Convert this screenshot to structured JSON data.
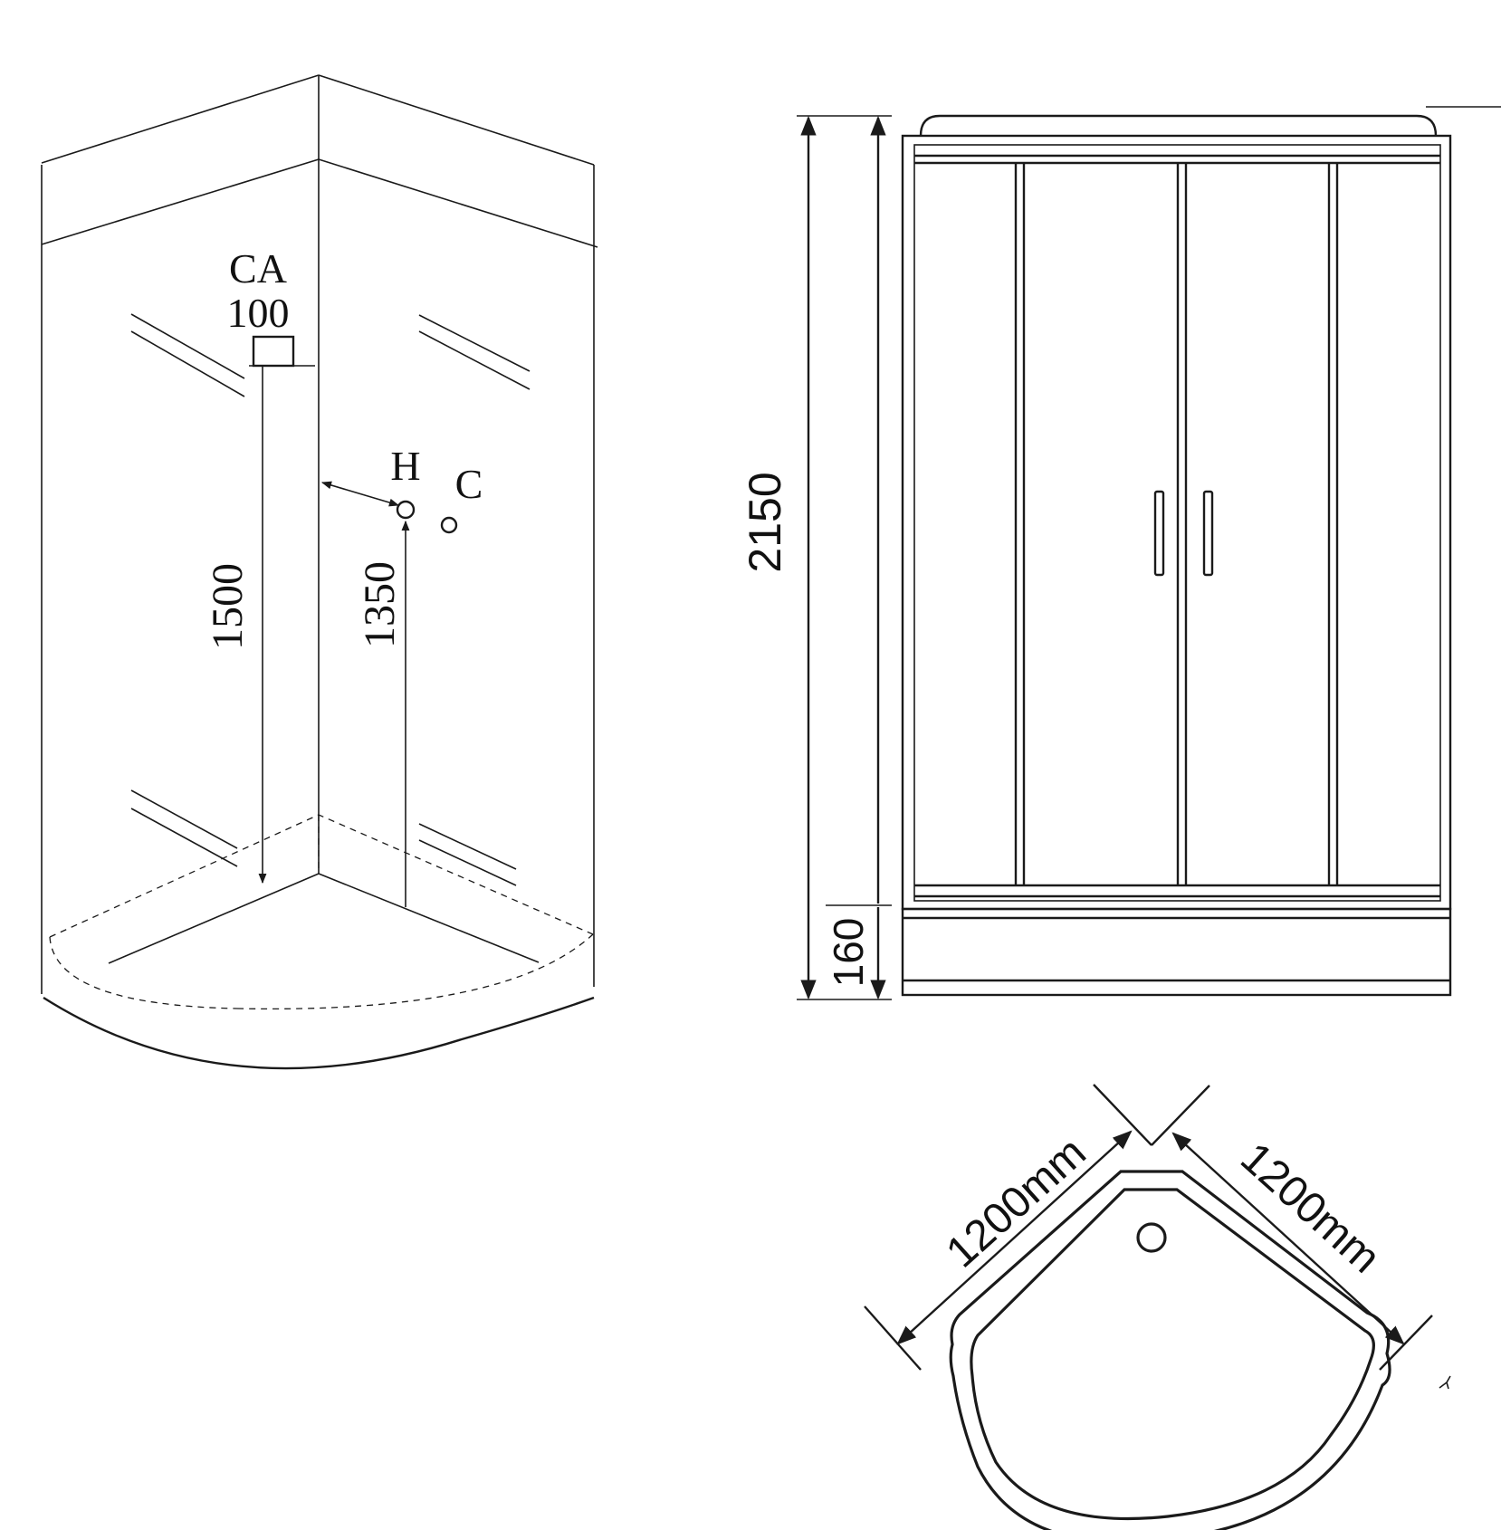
{
  "labels": {
    "ca_line1": "CA",
    "ca_line2": "100",
    "hot": "H",
    "cold": "C",
    "dim_ca_height": "1500",
    "dim_hc_height": "1350",
    "dim_total_height": "2150",
    "dim_tray_height": "160",
    "dim_side_left": "1200mm",
    "dim_side_right": "1200mm"
  }
}
